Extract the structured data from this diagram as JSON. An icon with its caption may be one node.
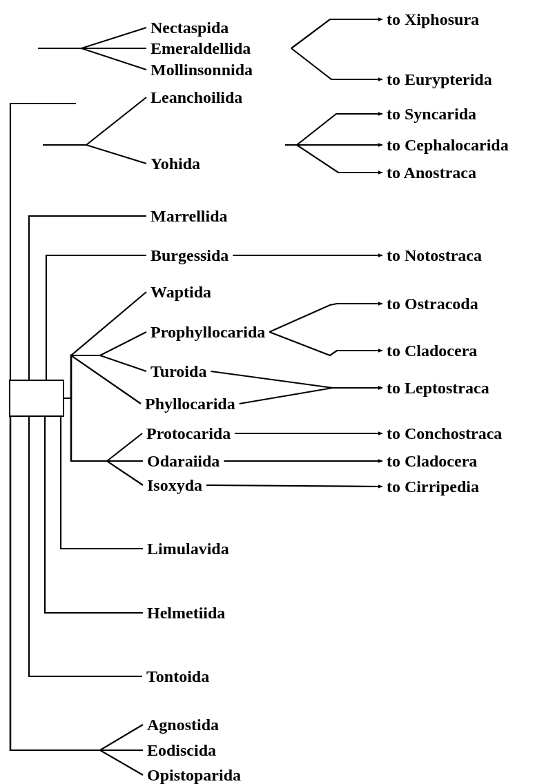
{
  "diagram": {
    "nodes": [
      {
        "text": [
          "Nectaspida"
        ]
      },
      {
        "text": [
          "Emeraldellida"
        ]
      },
      {
        "text": [
          "Mollinsonnida"
        ]
      },
      {
        "text": [
          "Leanchoilida"
        ]
      },
      {
        "text": [
          "Yohida"
        ]
      },
      {
        "text": [
          "Marrellida"
        ]
      },
      {
        "text": [
          "Burgessida"
        ]
      },
      {
        "text": [
          "Waptida"
        ]
      },
      {
        "text": [
          "Prophyllocarida"
        ]
      },
      {
        "text": [
          "Turoida"
        ]
      },
      {
        "text": [
          "Phyllocarida"
        ]
      },
      {
        "text": [
          "Protocarida"
        ]
      },
      {
        "text": [
          "Odaraiida"
        ]
      },
      {
        "text": [
          "Isoxyda"
        ]
      },
      {
        "text": [
          "Limulavida"
        ]
      },
      {
        "text": [
          "Helmetiida"
        ]
      },
      {
        "text": [
          "Tontoida"
        ]
      },
      {
        "text": [
          "Agnostida"
        ]
      },
      {
        "text": [
          "Eodiscida"
        ]
      },
      {
        "text": [
          "Opistoparida"
        ]
      },
      {
        "text": [
          "to Xiphosura"
        ]
      },
      {
        "text": [
          "to Eurypterida"
        ]
      },
      {
        "text": [
          "to Syncarida"
        ]
      },
      {
        "text": [
          "to Cephalocarida"
        ]
      },
      {
        "text": [
          "to Anostraca"
        ]
      },
      {
        "text": [
          "to Notostraca"
        ]
      },
      {
        "text": [
          "to Ostracoda"
        ]
      },
      {
        "text": [
          "to Cladocera"
        ]
      },
      {
        "text": [
          "to Leptostraca"
        ]
      },
      {
        "text": [
          "to Conchostraca"
        ]
      },
      {
        "text": [
          "to Cladocera"
        ]
      },
      {
        "text": [
          "to Cirripedia"
        ]
      },
      {
        "text": [],
        "shape": "box"
      }
    ],
    "edges": [
      {
        "from": null,
        "to": 0,
        "arrow": "none"
      },
      {
        "from": null,
        "to": 1,
        "arrow": "none"
      },
      {
        "from": null,
        "to": 2,
        "arrow": "none"
      },
      {
        "from": null,
        "to": 20,
        "arrow": "to"
      },
      {
        "from": null,
        "to": 21,
        "arrow": "to"
      },
      {
        "from": null,
        "to": 3,
        "arrow": "none"
      },
      {
        "from": null,
        "to": 4,
        "arrow": "none"
      },
      {
        "from": null,
        "to": 22,
        "arrow": "to"
      },
      {
        "from": null,
        "to": 23,
        "arrow": "to"
      },
      {
        "from": null,
        "to": 24,
        "arrow": "to"
      },
      {
        "from": 6,
        "to": 25,
        "arrow": "to"
      },
      {
        "from": 8,
        "to": 26,
        "arrow": "to"
      },
      {
        "from": 8,
        "to": 27,
        "arrow": "to"
      },
      {
        "from": 9,
        "to": 28,
        "arrow": "to"
      },
      {
        "from": 10,
        "to": 28,
        "arrow": "to"
      },
      {
        "from": 11,
        "to": 29,
        "arrow": "to"
      },
      {
        "from": 12,
        "to": 30,
        "arrow": "to"
      },
      {
        "from": 13,
        "to": 31,
        "arrow": "to"
      },
      {
        "from": 32,
        "to": 5,
        "arrow": "none"
      },
      {
        "from": 32,
        "to": 6,
        "arrow": "none"
      },
      {
        "from": 32,
        "to": 7,
        "arrow": "none"
      },
      {
        "from": 32,
        "to": 8,
        "arrow": "none"
      },
      {
        "from": 32,
        "to": 9,
        "arrow": "none"
      },
      {
        "from": 32,
        "to": 10,
        "arrow": "none"
      },
      {
        "from": 32,
        "to": 11,
        "arrow": "none"
      },
      {
        "from": 32,
        "to": 12,
        "arrow": "none"
      },
      {
        "from": 32,
        "to": 13,
        "arrow": "none"
      },
      {
        "from": 32,
        "to": 14,
        "arrow": "none"
      },
      {
        "from": 32,
        "to": 15,
        "arrow": "none"
      },
      {
        "from": 32,
        "to": 16,
        "arrow": "none"
      },
      {
        "from": 32,
        "to": 17,
        "arrow": "none"
      },
      {
        "from": 32,
        "to": 18,
        "arrow": "none"
      },
      {
        "from": 32,
        "to": 19,
        "arrow": "none"
      },
      {
        "from": 32,
        "to": null,
        "arrow": "none"
      }
    ]
  }
}
